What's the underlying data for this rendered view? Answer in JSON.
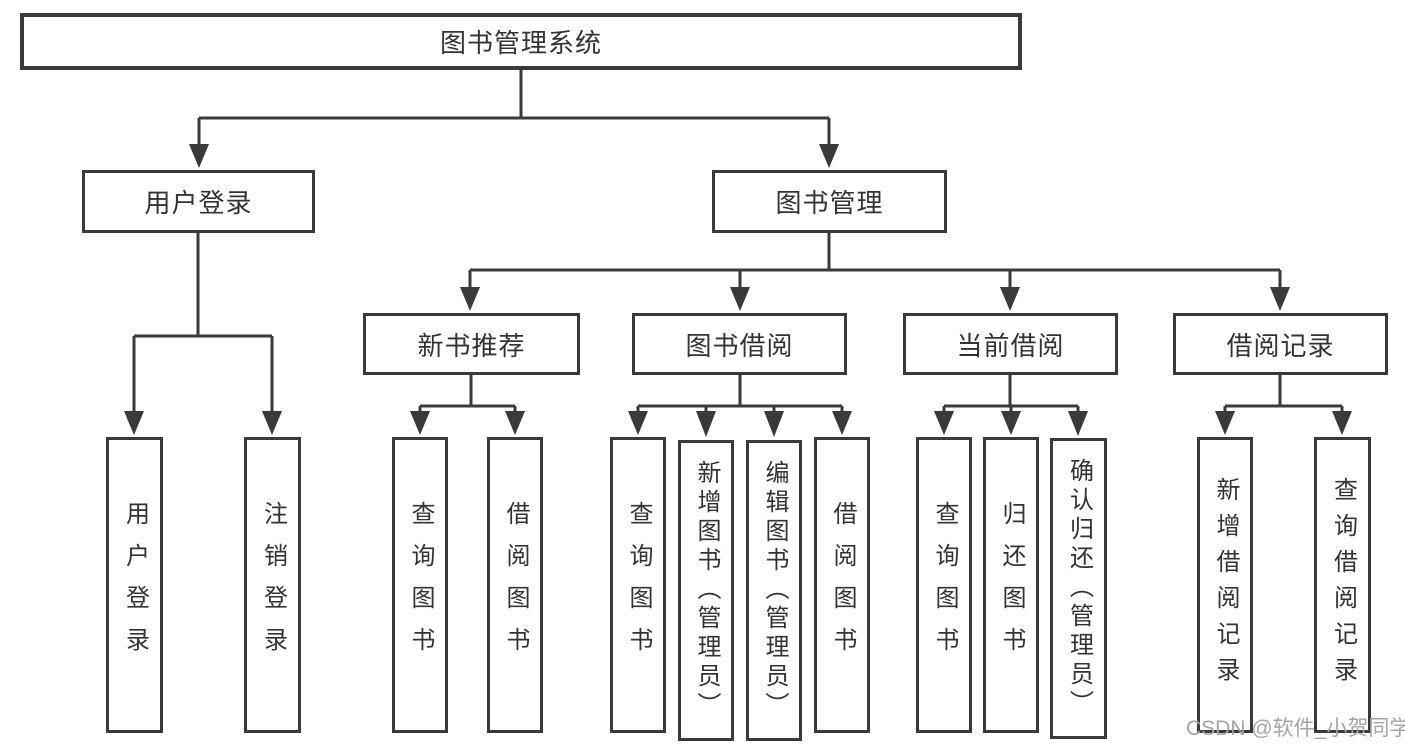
{
  "watermark": "CSDN @软件_小贺同学",
  "colors": {
    "line": "#3a3a3a",
    "box_border": "#3a3a3a",
    "text": "#333333",
    "watermark": "#a5a5a5",
    "background": "#ffffff"
  },
  "root": {
    "label": "图书管理系统"
  },
  "branches": {
    "user_login": {
      "label": "用户登录",
      "children": {
        "login": "用户登录",
        "logout": "注销登录"
      }
    },
    "book_mgmt": {
      "label": "图书管理",
      "sections": {
        "new_book": {
          "label": "新书推荐",
          "children": {
            "query": "查询图书",
            "borrow": "借阅图书"
          }
        },
        "borrow": {
          "label": "图书借阅",
          "children": {
            "query": "查询图书",
            "add": "新增图书（管理员）",
            "edit": "编辑图书（管理员）",
            "borrow": "借阅图书"
          }
        },
        "current": {
          "label": "当前借阅",
          "children": {
            "query": "查询图书",
            "return": "归还图书",
            "confirm": "确认归还（管理员）"
          }
        },
        "records": {
          "label": "借阅记录",
          "children": {
            "add": "新增借阅记录",
            "query": "查询借阅记录"
          }
        }
      }
    }
  }
}
